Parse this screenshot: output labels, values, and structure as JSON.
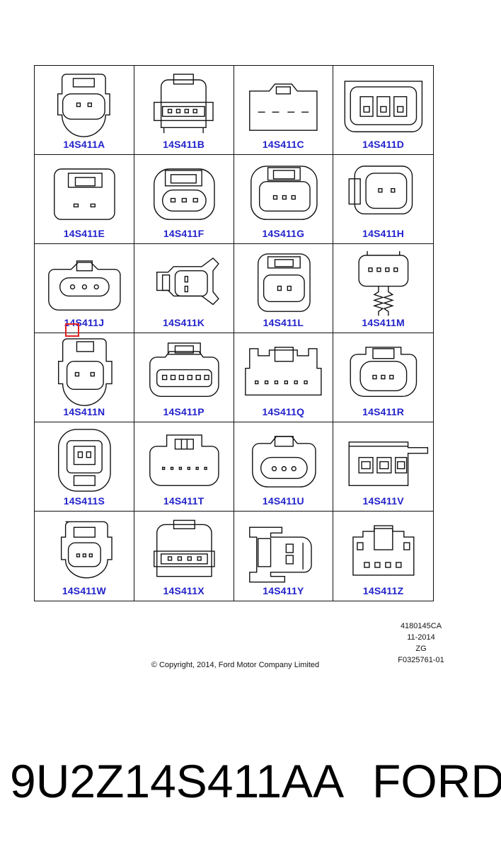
{
  "connectors": [
    {
      "label": "14S411A",
      "shape": "round-2pin"
    },
    {
      "label": "14S411B",
      "shape": "rect-4pin-latch"
    },
    {
      "label": "14S411C",
      "shape": "wide-4pin"
    },
    {
      "label": "14S411D",
      "shape": "rect-3pin-framed"
    },
    {
      "label": "14S411E",
      "shape": "square-2pin"
    },
    {
      "label": "14S411F",
      "shape": "oval-3pin"
    },
    {
      "label": "14S411G",
      "shape": "rounded-3pin"
    },
    {
      "label": "14S411H",
      "shape": "side-2pin"
    },
    {
      "label": "14S411J",
      "shape": "oval-3pin-wide"
    },
    {
      "label": "14S411K",
      "shape": "side-2pin-flange"
    },
    {
      "label": "14S411L",
      "shape": "tall-2pin"
    },
    {
      "label": "14S411M",
      "shape": "4pin-clip"
    },
    {
      "label": "14S411N",
      "shape": "round-2pin-tab"
    },
    {
      "label": "14S411P",
      "shape": "6pin-latch"
    },
    {
      "label": "14S411Q",
      "shape": "6pin-header"
    },
    {
      "label": "14S411R",
      "shape": "3pin-ribbed"
    },
    {
      "label": "14S411S",
      "shape": "square-2pin-framed"
    },
    {
      "label": "14S411T",
      "shape": "6pin-oval"
    },
    {
      "label": "14S411U",
      "shape": "3pin-oval"
    },
    {
      "label": "14S411V",
      "shape": "3pin-side"
    },
    {
      "label": "14S411W",
      "shape": "3pin-small"
    },
    {
      "label": "14S411X",
      "shape": "4pin-latch"
    },
    {
      "label": "14S411Y",
      "shape": "2pin-side-clip"
    },
    {
      "label": "14S411Z",
      "shape": "4pin-header"
    }
  ],
  "meta": {
    "code": "4180145CA",
    "date": "11-2014",
    "initials": "ZG",
    "ref": "F0325761-01"
  },
  "copyright": "© Copyright, 2014, Ford Motor Company Limited",
  "part_number": "9U2Z14S411AA",
  "brand": "FORD",
  "highlight_color": "#e02020",
  "label_color": "#2222cc"
}
